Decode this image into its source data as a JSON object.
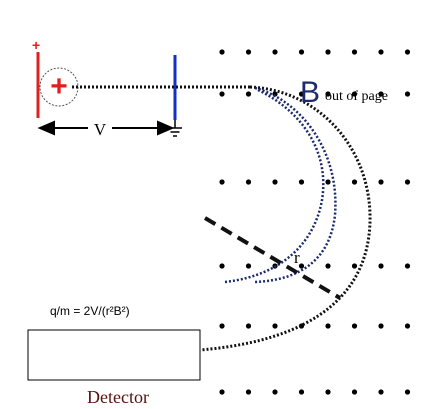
{
  "field": {
    "symbol": "B",
    "direction_text": "out of page",
    "dot_grid": {
      "rows": 6,
      "cols": 8
    }
  },
  "accelerator": {
    "plus_terminal": "+",
    "charge_symbol": "+",
    "voltage_label": "V"
  },
  "radius_label": "r",
  "formula": "q/m = 2V/(r²B²)",
  "detector_label": "Detector",
  "colors": {
    "positive": "#e0201e",
    "plate": "#1530c0",
    "field_dots": "#000000",
    "path_black": "#111111",
    "path_blue": "#1a2a6c"
  }
}
